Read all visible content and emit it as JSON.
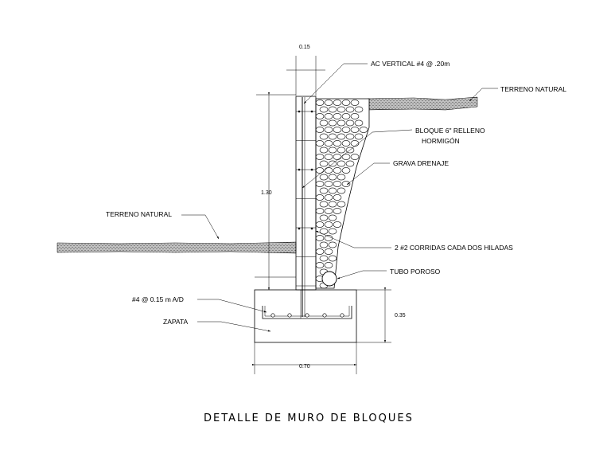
{
  "title": "DETALLE DE MURO DE BLOQUES",
  "labels": {
    "rebar_vertical": "AC VERTICAL #4 @ .20m",
    "natural_ground_right": "TERRENO NATURAL",
    "block_line1": "BLOQUE 6\" RELLENO",
    "block_line2": "HORMIGÓN",
    "drain_gravel": "GRAVA DRENAJE",
    "natural_ground_left": "TERRENO NATURAL",
    "bond_beam": "2 #2 CORRIDAS CADA DOS HILADAS",
    "porous_pipe": "TUBO POROSO",
    "footing_rebar": "#4 @ 0.15 m  A/D",
    "footing": "ZAPATA"
  },
  "dimensions": {
    "wall_thickness": "0.15",
    "wall_height": "1.30",
    "footing_height": "0.35",
    "footing_width": "0.70"
  }
}
